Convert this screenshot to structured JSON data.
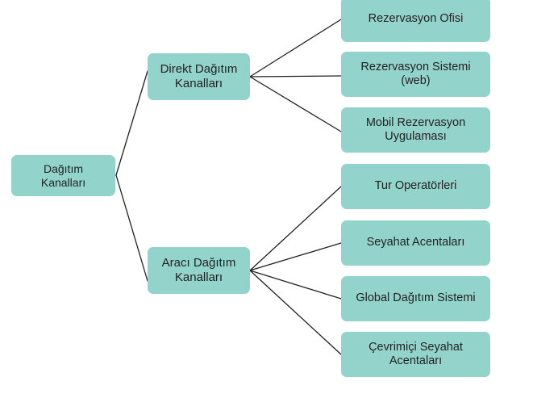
{
  "diagram": {
    "title": "Dağıtım Kanalları",
    "type": "tree",
    "colors": {
      "node_fill": "#92d3cb",
      "node_text": "#231f20",
      "connector": "#231f20",
      "background": "#ffffff"
    },
    "root": {
      "id": "dagitim-kanallari",
      "label": "Dağıtım\nKanalları"
    },
    "branches": [
      {
        "id": "direkt-dagitim-kanallari",
        "label": "Direkt Dağıtım\nKanalları",
        "children": [
          {
            "id": "rezervasyon-ofisi",
            "label": "Rezervasyon Ofisi"
          },
          {
            "id": "rezervasyon-sistemi-web",
            "label": "Rezervasyon Sistemi\n(web)"
          },
          {
            "id": "mobil-rezervasyon-uygulamasi",
            "label": "Mobil Rezervasyon\nUygulaması"
          }
        ]
      },
      {
        "id": "araci-dagitim-kanallari",
        "label": "Aracı Dağıtım\nKanalları",
        "children": [
          {
            "id": "tur-operatorleri",
            "label": "Tur Operatörleri"
          },
          {
            "id": "seyahat-acentalari",
            "label": "Seyahat Acentaları"
          },
          {
            "id": "global-dagitim-sistemi",
            "label": "Global Dağıtım Sistemi"
          },
          {
            "id": "cevrimici-seyahat-acentalari",
            "label": "Çevrimiçi Seyahat\nAcentaları"
          }
        ]
      }
    ]
  }
}
